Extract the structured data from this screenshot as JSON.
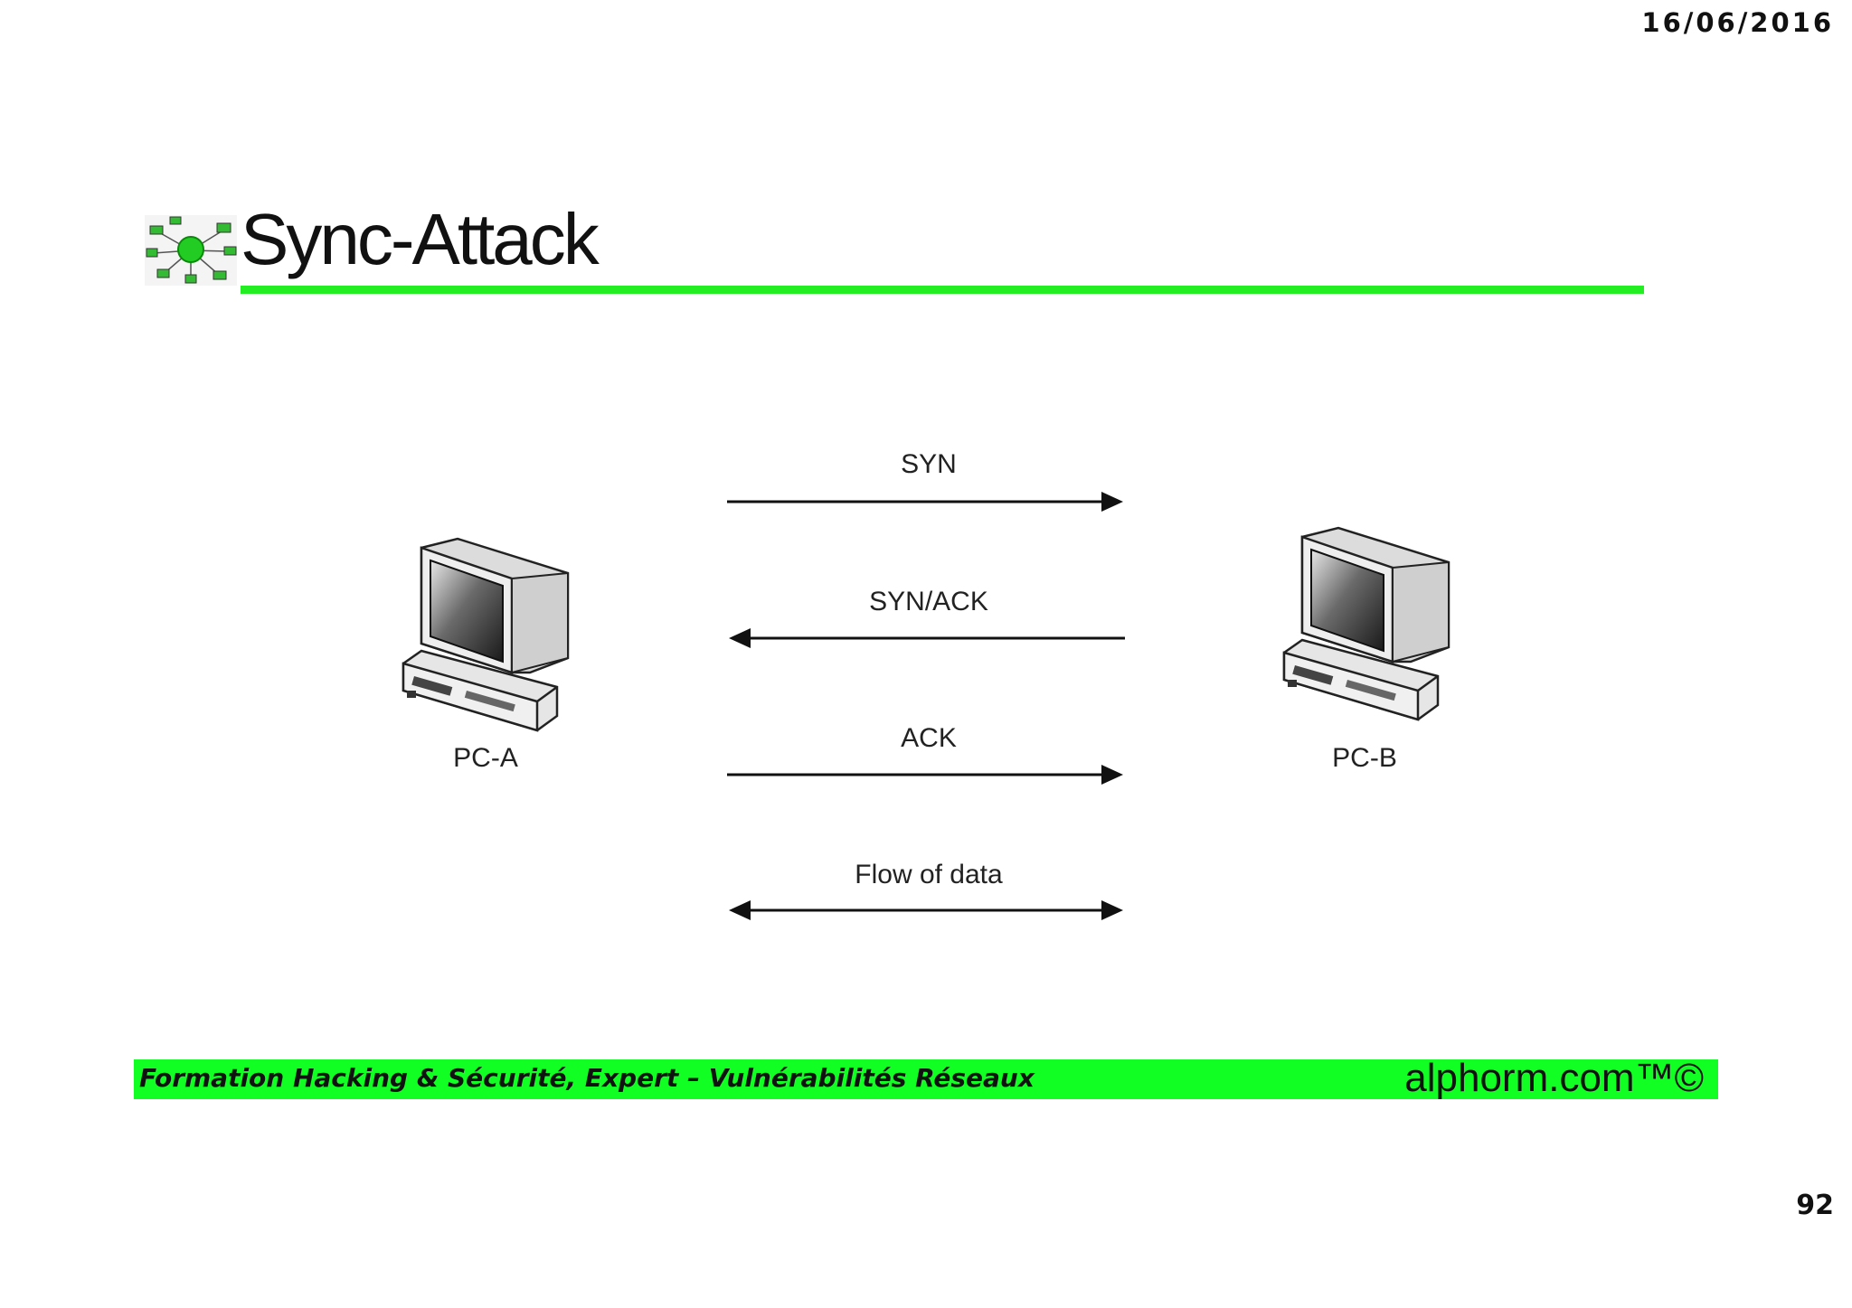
{
  "header": {
    "date": "16/06/2016"
  },
  "slide": {
    "title": "Sync-Attack",
    "page_number": "92"
  },
  "diagram": {
    "host_left": "PC-A",
    "host_right": "PC-B",
    "messages": [
      {
        "label": "SYN",
        "direction": "right"
      },
      {
        "label": "SYN/ACK",
        "direction": "left"
      },
      {
        "label": "ACK",
        "direction": "right"
      },
      {
        "label": "Flow of data",
        "direction": "both"
      }
    ]
  },
  "footer": {
    "course": "Formation Hacking & Sécurité, Expert – Vulnérabilités Réseaux",
    "brand": "alphorm.com™©"
  },
  "colors": {
    "accent_green": "#22ee22",
    "footer_green": "#11ff22"
  }
}
